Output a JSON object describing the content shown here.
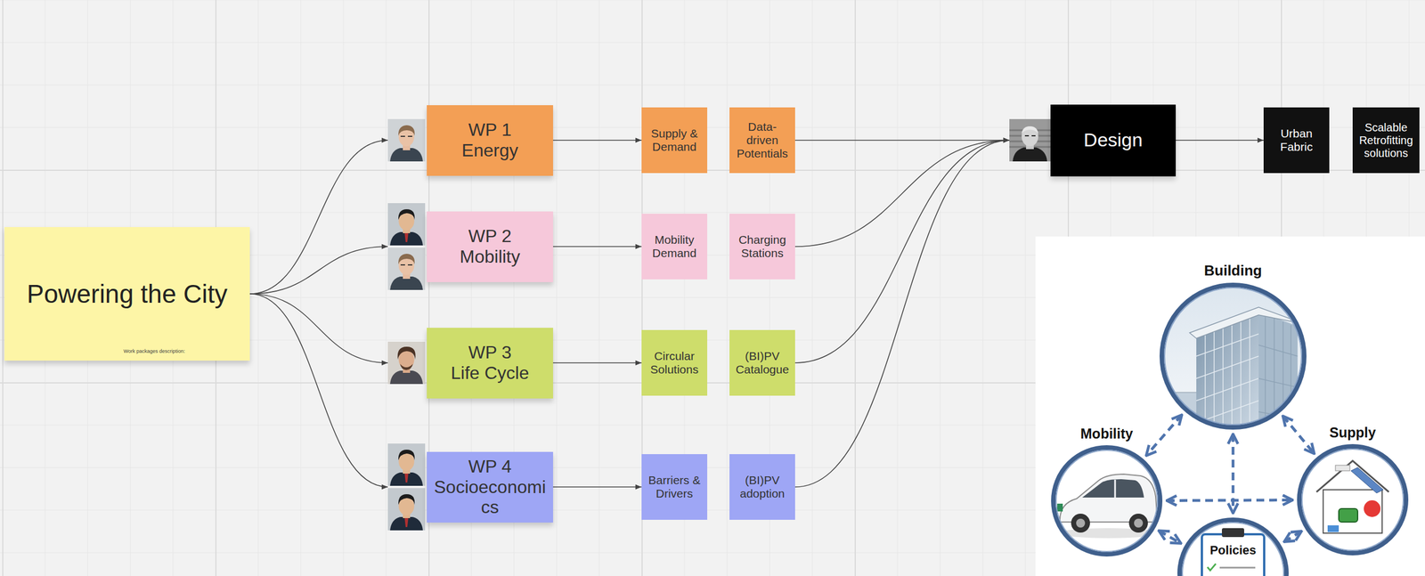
{
  "diagram": {
    "nodes": [
      {
        "text": [
          "Powering the City",
          "Work packages description:"
        ]
      },
      {
        "text": [
          "WP 1",
          "Energy"
        ]
      },
      {
        "text": [
          "Supply & Demand"
        ]
      },
      {
        "text": [
          "Data-driven Potentials"
        ]
      },
      {
        "text": [
          "Design"
        ]
      },
      {
        "text": [
          "Urban Fabric"
        ]
      },
      {
        "text": [
          "Scalable Retrofitting solutions"
        ]
      },
      {
        "text": [
          "WP 2",
          "Mobility"
        ]
      },
      {
        "text": [
          "Mobility Demand"
        ]
      },
      {
        "text": [
          "Charging Stations"
        ]
      },
      {
        "text": [
          "WP 3",
          "Life Cycle"
        ]
      },
      {
        "text": [
          "Circular Solutions"
        ]
      },
      {
        "text": [
          "(BI)PV Catalogue"
        ]
      },
      {
        "text": [
          "WP 4",
          "Socioeconomics"
        ]
      },
      {
        "text": [
          "Barriers & Drivers"
        ]
      },
      {
        "text": [
          "(BI)PV adoption"
        ]
      },
      {
        "text": [
          "Building"
        ]
      },
      {
        "text": [
          "Mobility"
        ]
      },
      {
        "text": [
          "Supply"
        ]
      },
      {
        "text": [
          "Policies"
        ]
      }
    ],
    "edges": [
      {
        "from": 0,
        "to": 1,
        "arrow": "to"
      },
      {
        "from": 0,
        "to": 7,
        "arrow": "to"
      },
      {
        "from": 0,
        "to": 10,
        "arrow": "to"
      },
      {
        "from": 0,
        "to": 13,
        "arrow": "to"
      },
      {
        "from": 1,
        "to": 2,
        "arrow": "to"
      },
      {
        "from": 7,
        "to": 8,
        "arrow": "to"
      },
      {
        "from": 10,
        "to": 11,
        "arrow": "to"
      },
      {
        "from": 13,
        "to": 14,
        "arrow": "to"
      },
      {
        "from": 3,
        "to": 4,
        "arrow": "to"
      },
      {
        "from": 9,
        "to": 4,
        "arrow": "to"
      },
      {
        "from": 12,
        "to": 4,
        "arrow": "to"
      },
      {
        "from": 15,
        "to": 4,
        "arrow": "to"
      },
      {
        "from": 4,
        "to": 5,
        "arrow": "to"
      },
      {
        "from": 16,
        "to": 17,
        "arrow": "both"
      },
      {
        "from": 16,
        "to": 18,
        "arrow": "both"
      },
      {
        "from": 16,
        "to": 19,
        "arrow": "both"
      },
      {
        "from": 17,
        "to": 18,
        "arrow": "both"
      },
      {
        "from": 17,
        "to": 19,
        "arrow": "both"
      },
      {
        "from": 18,
        "to": 19,
        "arrow": "both"
      }
    ]
  }
}
